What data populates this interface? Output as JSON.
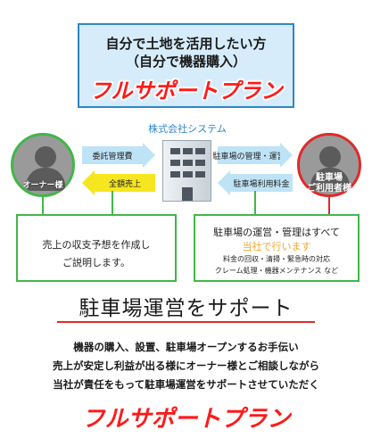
{
  "top_box": {
    "line1": "自分で土地を活用したい方",
    "line2": "（自分で機器購入）",
    "plan": "フルサポートプラン"
  },
  "company": {
    "label": "株式会社システム"
  },
  "owner": {
    "label": "オーナー様"
  },
  "user": {
    "label_line1": "駐車場",
    "label_line2": "ご利用者様"
  },
  "arrows": {
    "fee_to_company": "委託管理費",
    "sales_to_owner": "全額売上",
    "management_to_user": "駐車場の管理・運営",
    "parking_fee_to_company": "駐車場利用料金"
  },
  "left_box": {
    "line1": "売上の収支予想を作成し",
    "line2": "ご説明します。"
  },
  "right_box": {
    "line1": "駐車場の運営・管理はすべて",
    "line2": "当社で行います",
    "line3": "料金の回収・清掃・緊急時の対応",
    "line4": "クレーム処理・機器メンテナンス など"
  },
  "headline": "駐車場運営をサポート",
  "body": {
    "line1": "機器の購入、設置、駐車場オープンするお手伝い",
    "line2": "売上が安定し利益が出る様にオーナー様とご相談しながら",
    "line3": "当社が責任をもって駐車場運営をサポートさせていただく"
  },
  "bottom_plan": "フルサポートプラン",
  "colors": {
    "accent_blue": "#2f86c8",
    "plan_red": "#ff1a1a",
    "green_border": "#42b649",
    "yellow_arrow": "#f5e61f",
    "orange_text": "#f4a62a"
  },
  "icons": {
    "owner": "person-icon",
    "company": "building-icon",
    "user": "person-icon"
  }
}
